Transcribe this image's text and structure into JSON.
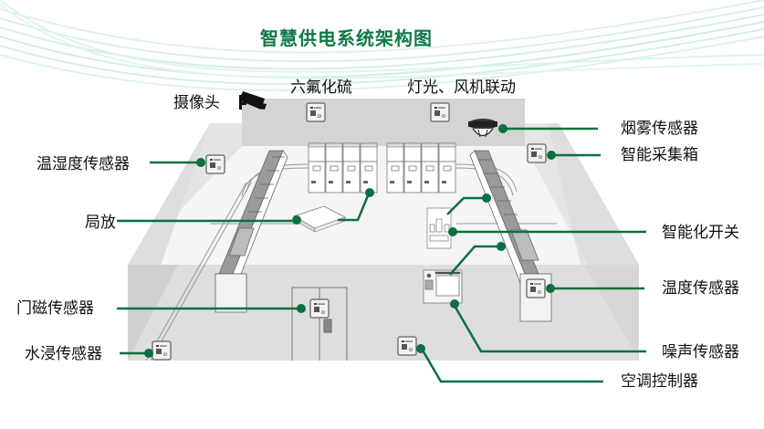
{
  "title": "智慧供电系统架构图",
  "colors": {
    "title": "#0e7a45",
    "connector": "#0a7040",
    "wall_back": "#d4d4d4",
    "wall_side": "#e3e3e3",
    "floor": "#f4f4f4",
    "front_wall": "#dedede",
    "equipment": "#ffffff",
    "equipment_stroke": "#6a6a6a",
    "tile_top": "#9a9a9a"
  },
  "labels": {
    "camera": "摄像头",
    "sf6": "六氟化硫",
    "light_fan": "灯光、风机联动",
    "smoke": "烟雾传感器",
    "collector": "智能采集箱",
    "temp_humidity": "温湿度传感器",
    "switch_local": "局放",
    "smart_switch": "智能化开关",
    "temperature": "温度传感器",
    "door": "门磁传感器",
    "noise": "噪声传感器",
    "water": "水浸传感器",
    "ac_controller": "空调控制器"
  },
  "icons": {
    "camera": "security-camera-icon",
    "sensor": "sensor-box-icon",
    "smoke": "smoke-detector-icon",
    "dot": "connector-dot"
  }
}
